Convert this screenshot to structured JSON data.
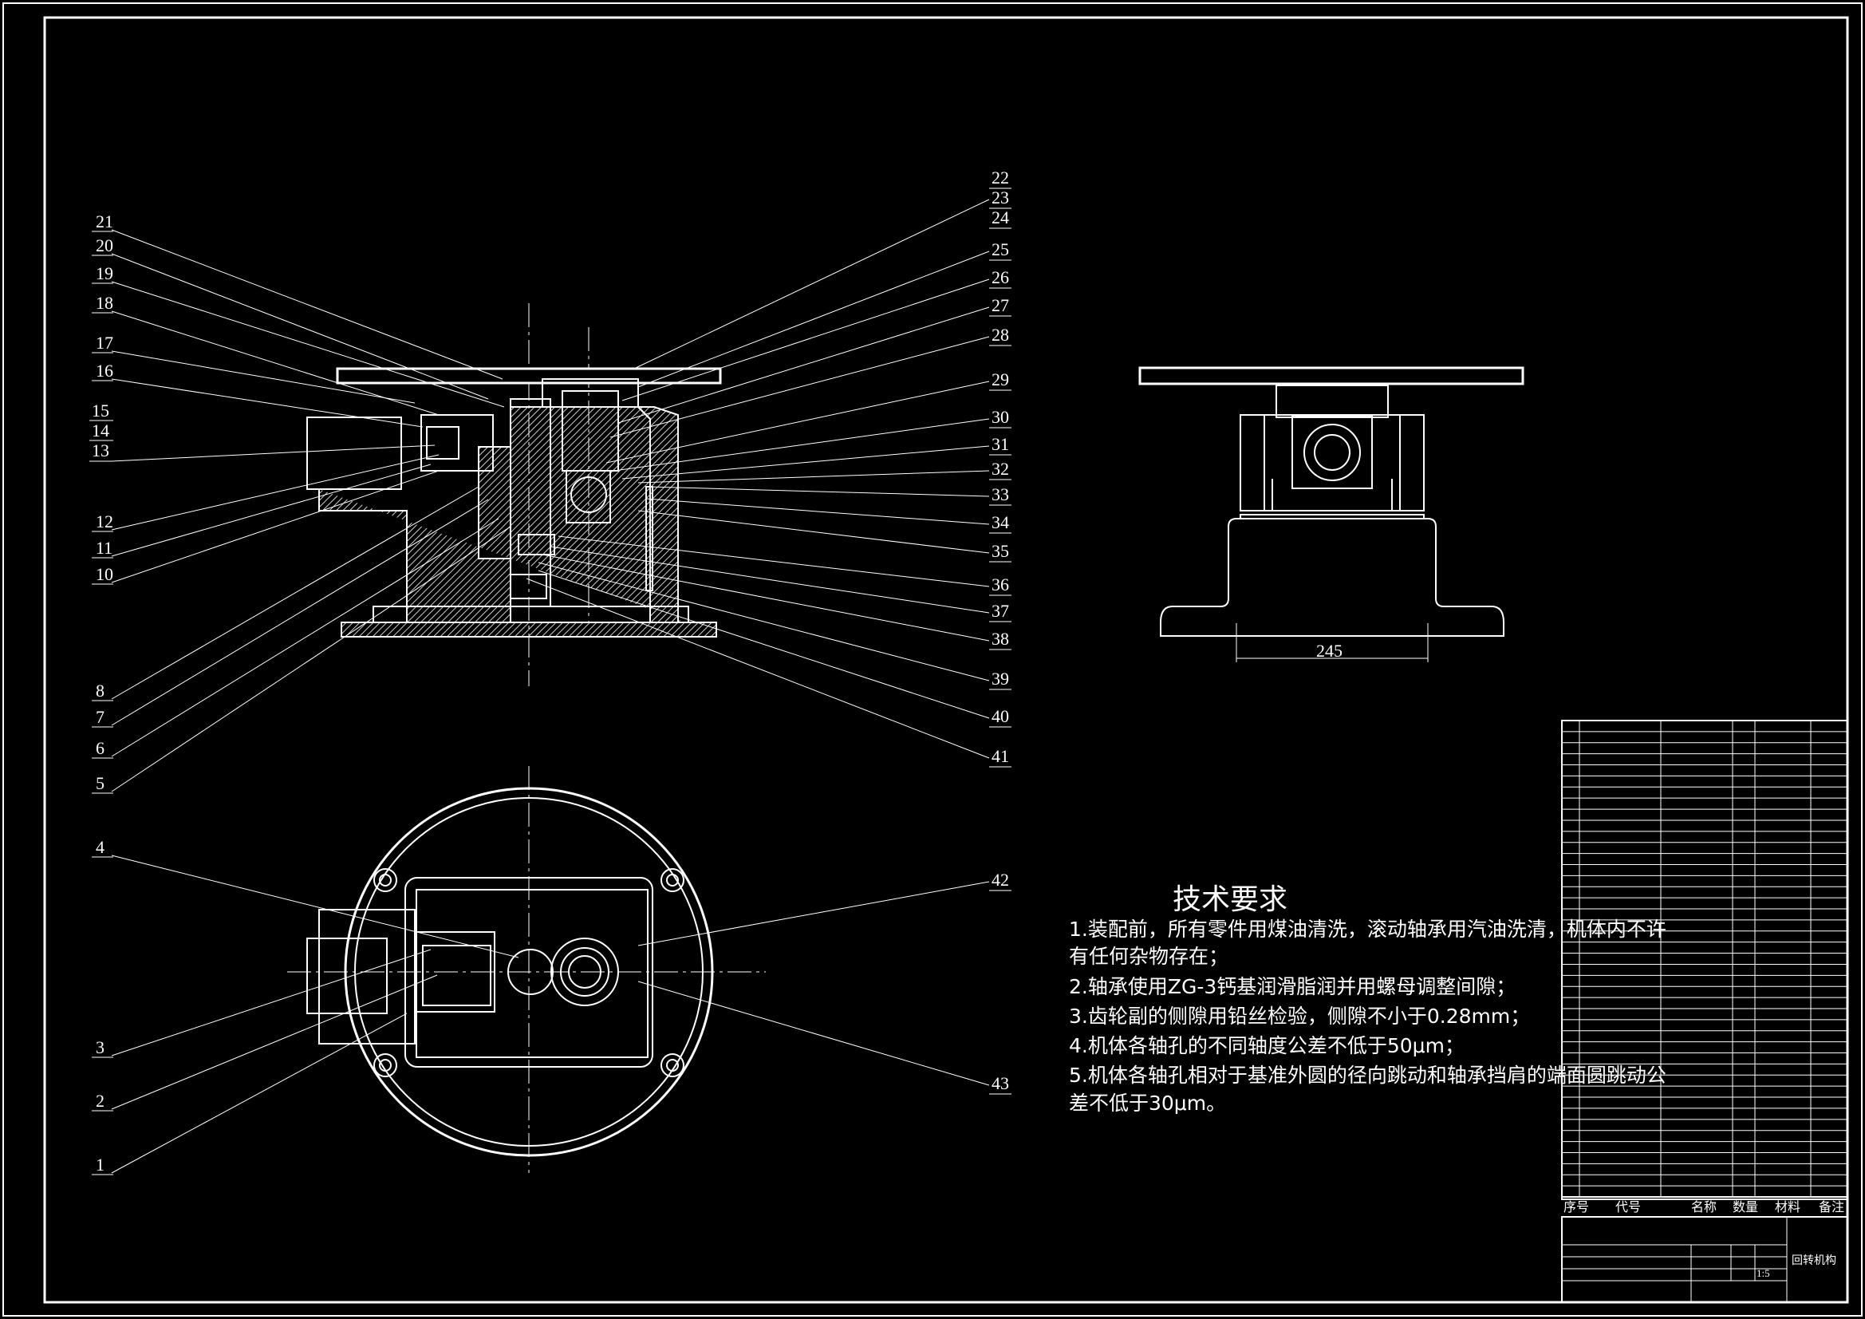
{
  "callouts_left": [
    {
      "num": "21"
    },
    {
      "num": "20"
    },
    {
      "num": "19"
    },
    {
      "num": "18"
    },
    {
      "num": "17"
    },
    {
      "num": "16"
    },
    {
      "num": "15"
    },
    {
      "num": "14"
    },
    {
      "num": "13"
    },
    {
      "num": "12"
    },
    {
      "num": "11"
    },
    {
      "num": "10"
    },
    {
      "num": "8"
    },
    {
      "num": "7"
    },
    {
      "num": "6"
    },
    {
      "num": "5"
    },
    {
      "num": "4"
    },
    {
      "num": "3"
    },
    {
      "num": "2"
    },
    {
      "num": "1"
    }
  ],
  "callouts_right": [
    {
      "num": "22"
    },
    {
      "num": "23"
    },
    {
      "num": "24"
    },
    {
      "num": "25"
    },
    {
      "num": "26"
    },
    {
      "num": "27"
    },
    {
      "num": "28"
    },
    {
      "num": "29"
    },
    {
      "num": "30"
    },
    {
      "num": "31"
    },
    {
      "num": "32"
    },
    {
      "num": "33"
    },
    {
      "num": "34"
    },
    {
      "num": "35"
    },
    {
      "num": "36"
    },
    {
      "num": "37"
    },
    {
      "num": "38"
    },
    {
      "num": "39"
    },
    {
      "num": "40"
    },
    {
      "num": "41"
    },
    {
      "num": "42"
    },
    {
      "num": "43"
    }
  ],
  "dimension_245": "245",
  "tech_title": "技术要求",
  "tech_requirements": [
    "1.装配前，所有零件用煤油清洗，滚动轴承用汽油洗清，机体内不许",
    "有任何杂物存在；",
    "2.轴承使用ZG-3钙基润滑脂润并用螺母调整间隙；",
    "3.齿轮副的侧隙用铅丝检验，侧隙不小于0.28mm；",
    "4.机体各轴孔的不同轴度公差不低于50μm；",
    "5.机体各轴孔相对于基准外圆的径向跳动和轴承挡肩的端面圆跳动公",
    "差不低于30μm。"
  ],
  "bom_header": {
    "seq": "序号",
    "code": "代号",
    "name": "名称",
    "qty": "数量",
    "material": "材料",
    "remark": "备注"
  },
  "title_block": {
    "drawing_name": "回转机构",
    "scale": "1:5"
  },
  "colors": {
    "background": "#000000",
    "line": "#ffffff",
    "hatch": "#ffffff",
    "center": "#ffffff",
    "marker": "#ff3030",
    "accent": "#ffff00"
  }
}
